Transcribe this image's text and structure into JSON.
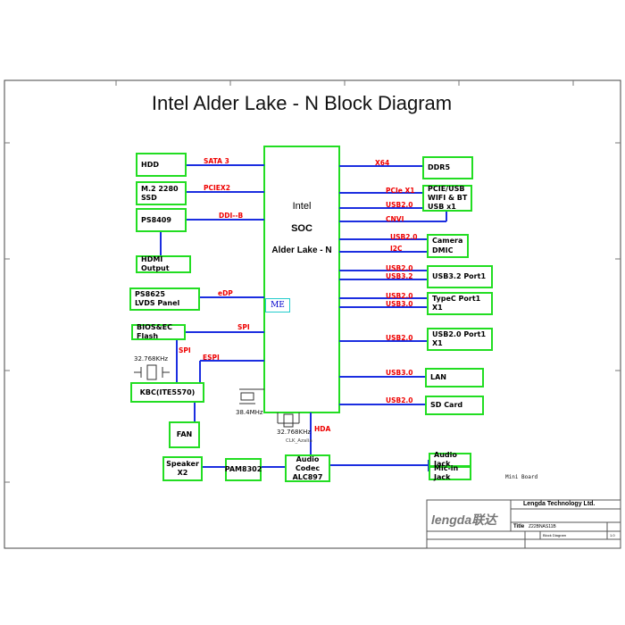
{
  "title": "Intel Alder Lake - N  Block Diagram",
  "soc": {
    "line1": "Intel",
    "line2": "SOC",
    "line3": "Alder Lake - N",
    "me": "ME"
  },
  "blocks": {
    "hdd": "HDD",
    "ssd": "M.2 2280 SSD",
    "ps8409": "PS8409",
    "hdmi": "HDMI Output",
    "ps8625": "PS8625\nLVDS Panel",
    "bios": "BIOS&EC Flash",
    "kbc": "KBC(ITE5570)",
    "fan": "FAN",
    "speaker": "Speaker X2",
    "pam": "PAM8302",
    "codec": "Audio\nCodec\nALC897",
    "ddr5": "DDR5",
    "wifi": "PCIE/USB\nWIFI & BT\nUSB x1",
    "camera": "Camera",
    "dmic": "DMIC",
    "usb32": "USB3.2 Port1",
    "typec": "TypeC Port1 X1",
    "usb20": "USB2.0 Port1 X1",
    "lan": "LAN",
    "sd": "SD Card",
    "audiojack": "Audio Jack",
    "micjack": "Mic-in Jack"
  },
  "signals": {
    "sata": "SATA 3",
    "pciex2": "PCIEX2",
    "ddib": "DDI--B",
    "edp": "eDP",
    "spi1": "SPI",
    "spi2": "SPI",
    "espi": "ESPI",
    "x64": "X64",
    "pciex1": "PCIe X1",
    "usb20a": "USB2.0",
    "cnvi": "CNVI",
    "usb20b": "USB2.0",
    "i2c": "I2C",
    "usb20c": "USB2.0",
    "usb32": "USB3.2",
    "usb20d": "USB2.0",
    "usb30a": "USB3.0",
    "usb20e": "USB2.0",
    "usb30b": "USB3.0",
    "usb20f": "USB2.0",
    "hda": "HDA"
  },
  "clocks": {
    "kbc_xtal": "32.768KHz",
    "soc_xtal": "38.4MHz",
    "rtc_xtal": "32.768KHz",
    "clk_azalia": "CLK_Azalia"
  },
  "mini_board": "Mini Board",
  "title_block": {
    "company": "Lengda Technology Ltd.",
    "logo": "lengda联达",
    "title_label": "Title",
    "title_value": "Z22BNAS11B",
    "doc_label": "Block Diagram",
    "rev": "1.0"
  }
}
